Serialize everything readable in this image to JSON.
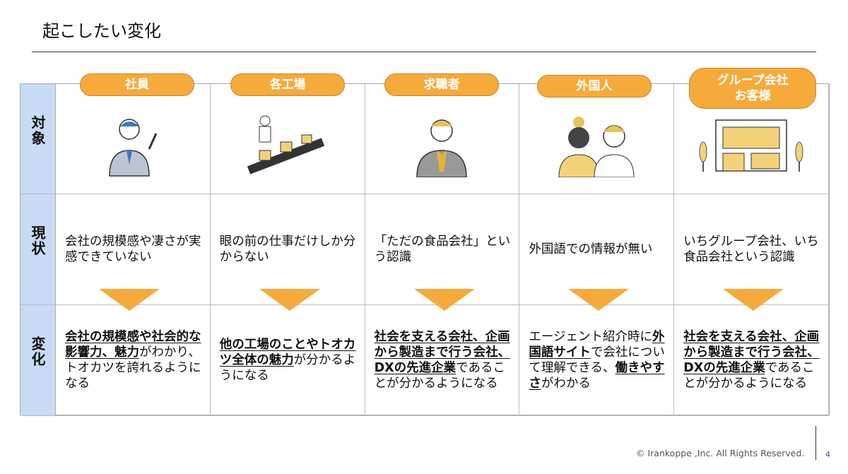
{
  "title": "起こしたい変化",
  "row_labels": [
    "対象",
    "現状",
    "変化"
  ],
  "targets": [
    {
      "label": "社員",
      "icon": "office-worker-illustration"
    },
    {
      "label": "各工場",
      "icon": "factory-conveyor-illustration"
    },
    {
      "label": "求職者",
      "icon": "job-seeker-illustration"
    },
    {
      "label": "外国人",
      "icon": "foreigners-illustration"
    },
    {
      "label": "グループ会社\nお客様",
      "label_l1": "グループ会社",
      "label_l2": "お客様",
      "icon": "store-building-illustration"
    }
  ],
  "current": [
    "会社の規模感や凄さが実感できていない",
    "眼の前の仕事だけしか分からない",
    "「ただの食品会社」という認識",
    "外国語での情報が無い",
    "いちグループ会社、いち食品会社という認識"
  ],
  "change": [
    [
      {
        "t": "会社の規模感や社会的な影響力、魅力",
        "u": true
      },
      {
        "t": "がわかり、トオカツを誇れるようになる",
        "u": false
      }
    ],
    [
      {
        "t": "他の工場のことやトオカツ全体の魅力",
        "u": true
      },
      {
        "t": "が分かるようになる",
        "u": false
      }
    ],
    [
      {
        "t": "社会を支える会社、企画から製造まで行う会社、DXの先進企業",
        "u": true
      },
      {
        "t": "であることが分かるようになる",
        "u": false
      }
    ],
    [
      {
        "t": "エージェント紹介時に",
        "u": false
      },
      {
        "t": "外国語サイト",
        "u": true
      },
      {
        "t": "で会社について理解できる、",
        "u": false
      },
      {
        "t": "働きやすさ",
        "u": true
      },
      {
        "t": "がわかる",
        "u": false
      }
    ],
    [
      {
        "t": "社会を支える会社、企画から製造まで行う会社、DXの先進企業",
        "u": true
      },
      {
        "t": "であることが分かるようになる",
        "u": false
      }
    ]
  ],
  "colors": {
    "accent": "#f6aa3c",
    "label_bg": "#c9daf5"
  },
  "footer": {
    "copyright": "© Irankoppe ,Inc. All Rights Reserved.",
    "page": "4"
  }
}
